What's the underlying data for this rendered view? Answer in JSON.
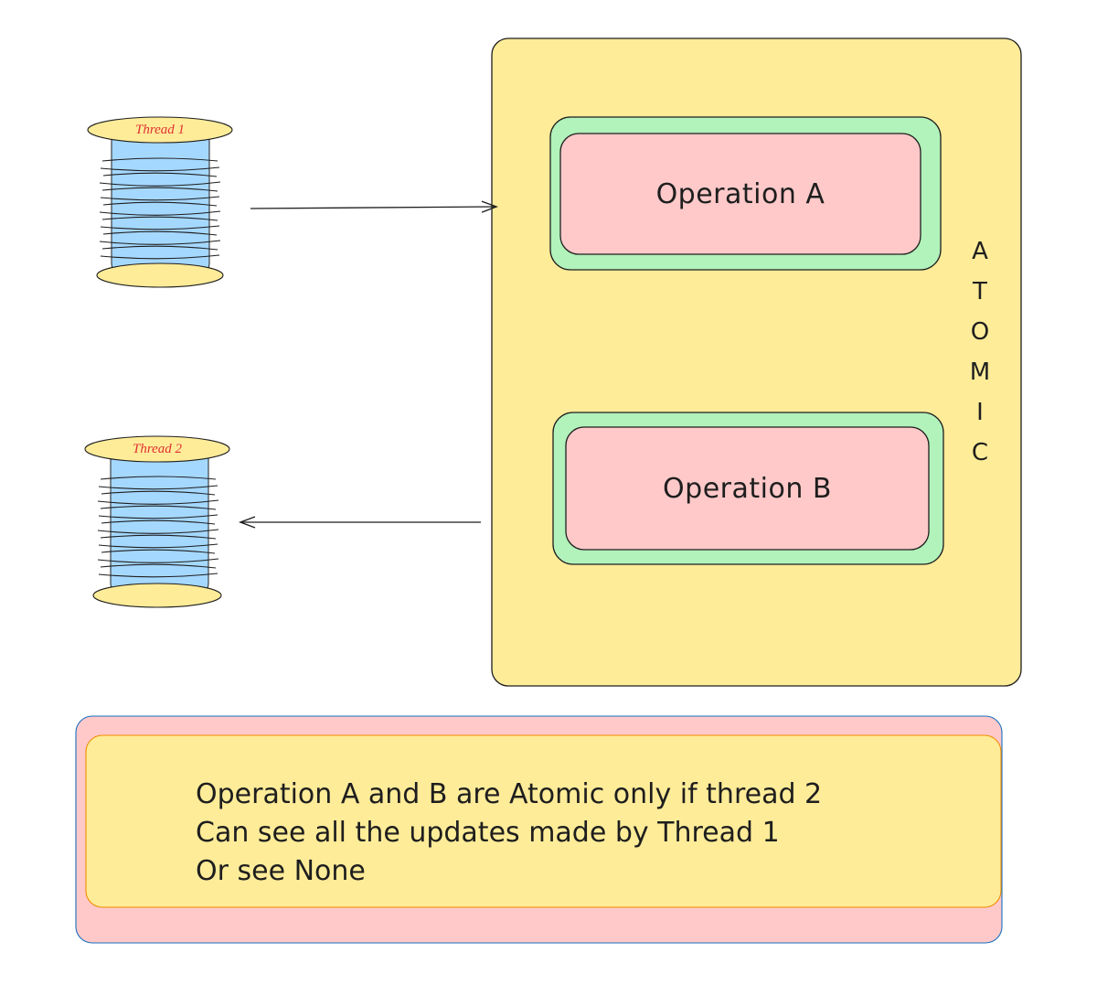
{
  "threads": {
    "top_label": "Thread 1",
    "bottom_label": "Thread 2"
  },
  "atomic_box": {
    "vertical_label": "ATOMIC",
    "operations": [
      {
        "label": "Operation A"
      },
      {
        "label": "Operation B"
      }
    ]
  },
  "note": {
    "lines": [
      "Operation A and B are Atomic only if thread 2",
      "Can see all the updates made by Thread 1",
      "Or see None"
    ]
  },
  "colors": {
    "atomic_fill": "#ffec99",
    "operation_outer_fill": "#b2f2bb",
    "operation_inner_fill": "#ffc9c9",
    "thread_body_fill": "#a5d8ff",
    "thread_cap_fill": "#ffec99",
    "thread_label": "#e03131",
    "note_back_fill": "#ffc9c9",
    "note_front_fill": "#ffec99",
    "stroke": "#1e1e1e"
  }
}
